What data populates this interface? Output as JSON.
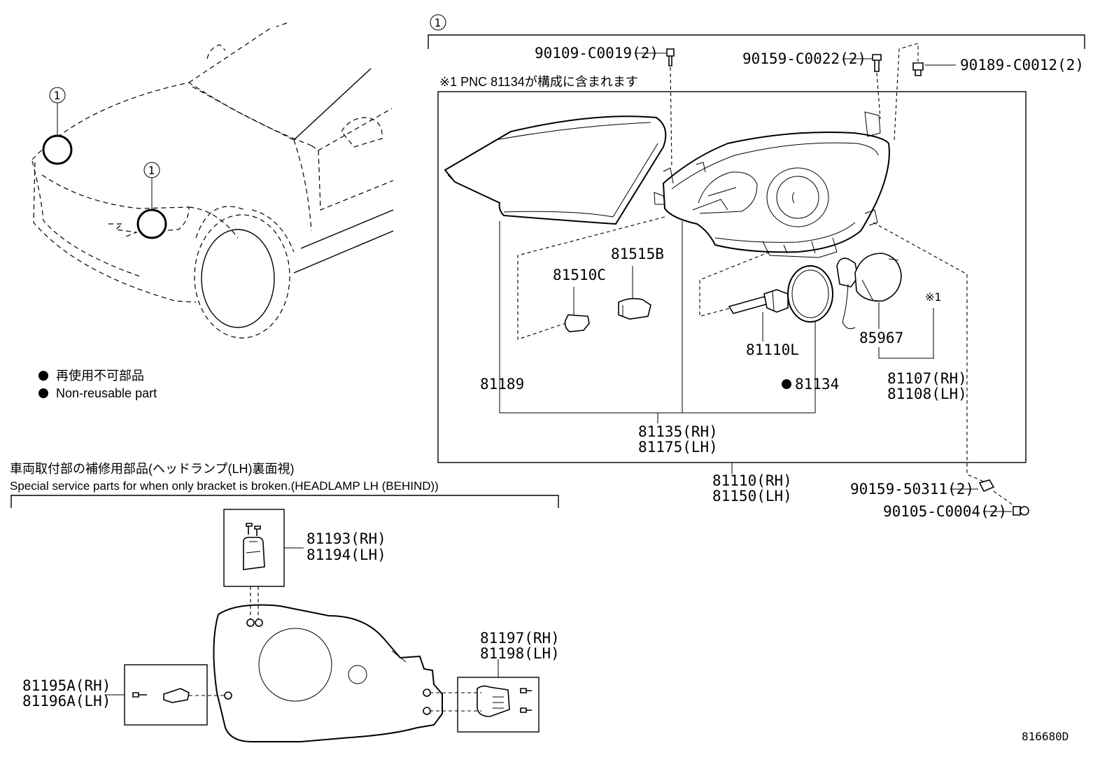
{
  "callout": "1",
  "note_pnc": "※1 PNC 81134が構成に含まれます",
  "note_ref": "※1",
  "legend": {
    "ja": "再使用不可部品",
    "en": "Non-reusable part"
  },
  "service": {
    "title_ja": "車両取付部の補修用部品(ヘッドランプ(LH)裏面視)",
    "title_en": "Special service parts for when only bracket is broken.(HEADLAMP LH (BEHIND))"
  },
  "parts": {
    "p90109": "90109-C0019(2)",
    "p90159a": "90159-C0022(2)",
    "p90189": "90189-C0012(2)",
    "p81515b": "81515B",
    "p81510c": "81510C",
    "p81110l": "81110L",
    "p85967": "85967",
    "p81189": "81189",
    "p81134": "81134",
    "p81107": "81107(RH)",
    "p81108": "81108(LH)",
    "p81135": "81135(RH)",
    "p81175": "81175(LH)",
    "p81110": "81110(RH)",
    "p81150": "81150(LH)",
    "p90159b": "90159-50311(2)",
    "p90105": "90105-C0004(2)",
    "p81193": "81193(RH)",
    "p81194": "81194(LH)",
    "p81197": "81197(RH)",
    "p81198": "81198(LH)",
    "p81195a": "81195A(RH)",
    "p81196a": "81196A(LH)"
  },
  "diagram_id": "816680D"
}
